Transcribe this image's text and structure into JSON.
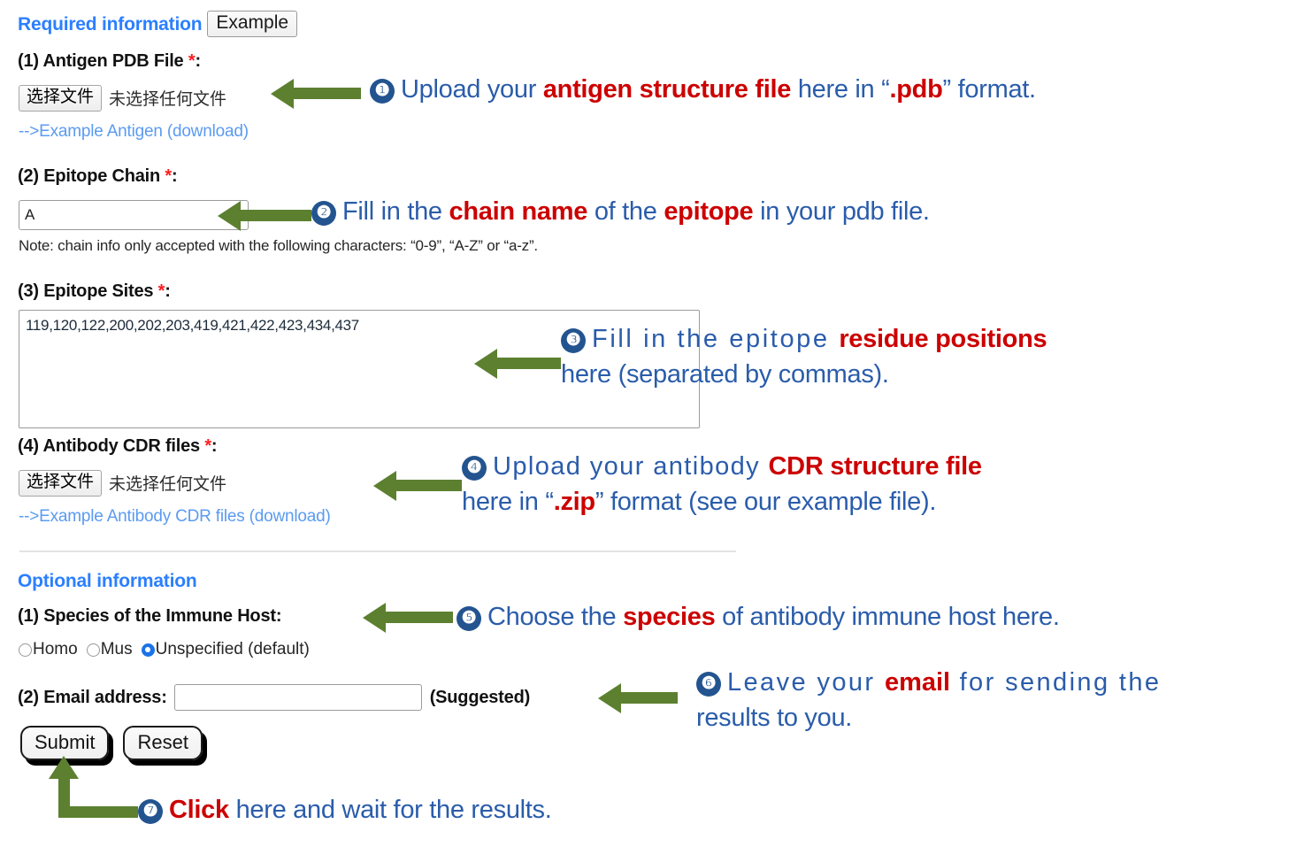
{
  "required_section": {
    "heading": "Required information",
    "example_button": "Example",
    "fields": [
      {
        "label": "(1) Antigen PDB File ",
        "star": "*",
        "colon": ":",
        "choose_file_button": "选择文件",
        "file_status": "未选择任何文件",
        "download_link": "-->Example Antigen (download)"
      },
      {
        "label": "(2) Epitope Chain ",
        "star": "*",
        "colon": ":",
        "value": "A",
        "note": "Note: chain info only accepted with the following characters: “0-9”, “A-Z” or “a-z”."
      },
      {
        "label": "(3) Epitope Sites ",
        "star": "*",
        "colon": ":",
        "value": "119,120,122,200,202,203,419,421,422,423,434,437"
      },
      {
        "label": "(4) Antibody CDR files ",
        "star": "*",
        "colon": ":",
        "choose_file_button": "选择文件",
        "file_status": "未选择任何文件",
        "download_link": "-->Example Antibody CDR files (download)"
      }
    ]
  },
  "optional_section": {
    "heading": "Optional information",
    "species_label": "(1) Species of the Immune Host:",
    "species_options": [
      {
        "label": "Homo",
        "checked": false
      },
      {
        "label": "Mus",
        "checked": false
      },
      {
        "label": "Unspecified (default)",
        "checked": true
      }
    ],
    "email_label": "(2) Email address:",
    "email_value": "",
    "email_suffix": "(Suggested)"
  },
  "actions": {
    "submit_label": "Submit",
    "reset_label": "Reset"
  },
  "annotations": [
    {
      "number": "❶",
      "line1_a": "Upload your ",
      "line1_bold": "antigen structure file",
      "line1_b": " here in “",
      "line1_bold2": ".pdb",
      "line1_c": "” format."
    },
    {
      "number": "❷",
      "line1_a": "Fill in the ",
      "line1_bold": "chain name",
      "line1_b": " of the ",
      "line1_bold2": "epitope",
      "line1_c": " in your pdb file."
    },
    {
      "number": "❸",
      "line1_a": "Fill in the epitope ",
      "line1_bold": "residue positions",
      "line2": "here (separated by commas)."
    },
    {
      "number": "❹",
      "line1_a": "Upload your antibody ",
      "line1_bold": "CDR structure file",
      "line2_a": "here in “",
      "line2_bold": ".zip",
      "line2_b": "” format (see our example file)."
    },
    {
      "number": "❺",
      "line1_a": "Choose the ",
      "line1_bold": "species",
      "line1_b": " of antibody immune host here."
    },
    {
      "number": "❻",
      "line1_a": "Leave your ",
      "line1_bold": "email",
      "line1_b": " for sending the",
      "line2": "results to you."
    },
    {
      "number": "❼",
      "line1_bold": "Click",
      "line1_b": " here and wait for the results."
    }
  ],
  "colors": {
    "heading_blue": "#2b7fff",
    "anno_blue": "#2a5caa",
    "anno_red": "#cc0000",
    "arrow_green": "#5c8030",
    "circle_navy": "#23548f",
    "required_star_red": "#ff1d1d",
    "link_blue": "#5b9bf0"
  }
}
